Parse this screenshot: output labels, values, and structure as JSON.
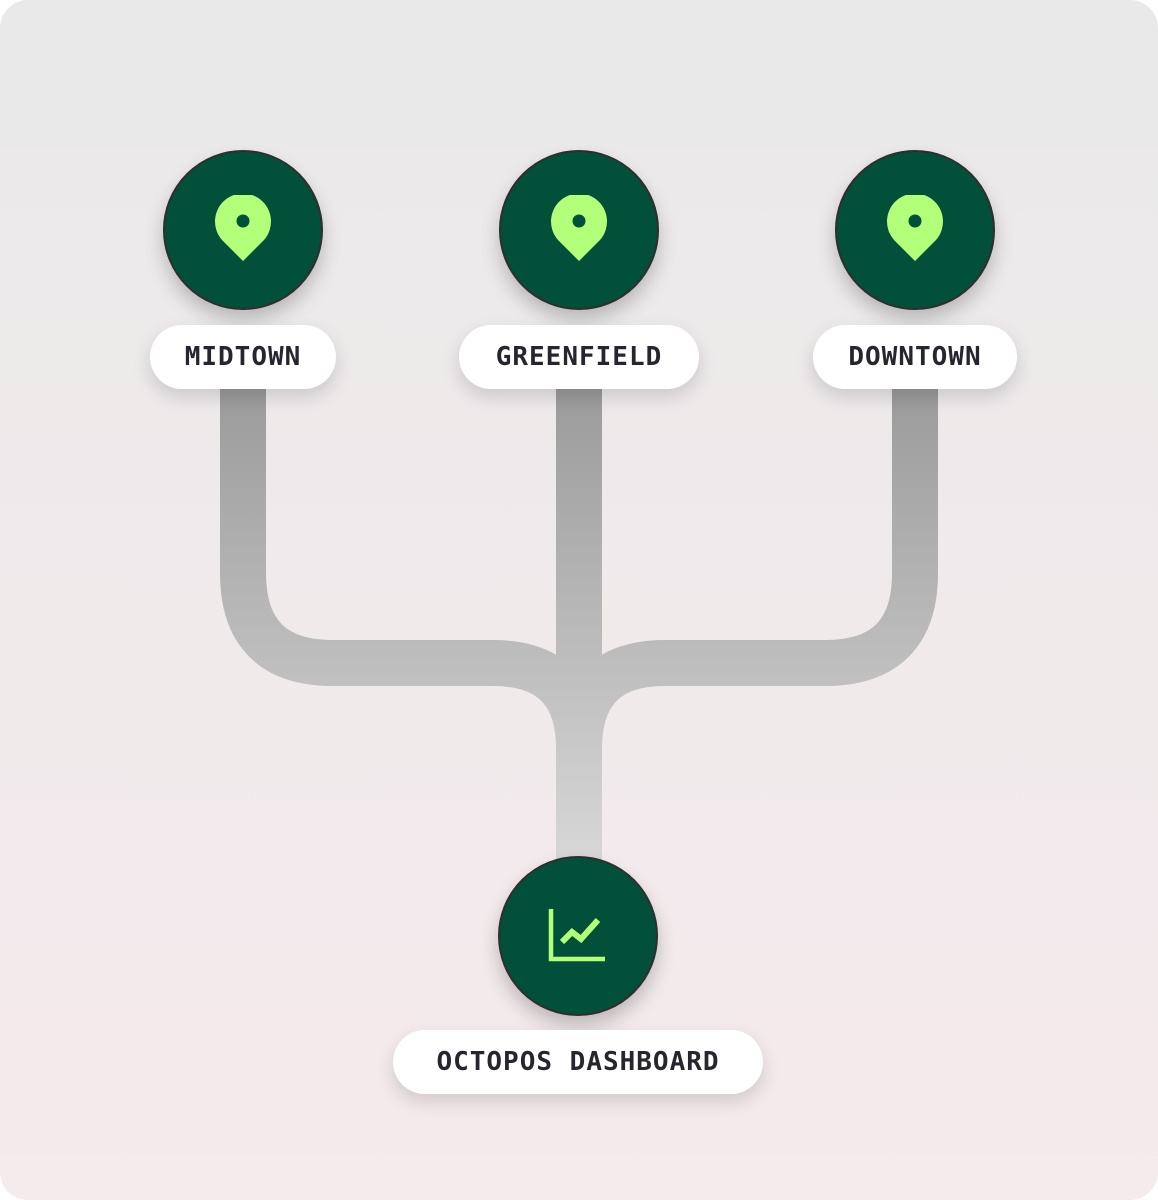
{
  "diagram": {
    "type": "merge-flow",
    "sources": [
      {
        "label": "MIDTOWN",
        "icon": "map-pin-icon"
      },
      {
        "label": "GREENFIELD",
        "icon": "map-pin-icon"
      },
      {
        "label": "DOWNTOWN",
        "icon": "map-pin-icon"
      }
    ],
    "target": {
      "label": "OCTOPOS DASHBOARD",
      "icon": "line-chart-icon"
    }
  },
  "colors": {
    "node_fill": "#03503a",
    "icon_accent": "#b2ff7a",
    "connector_top": "#9a9a9a",
    "connector_bottom": "#d8d8d8",
    "label_text": "#27252f"
  }
}
